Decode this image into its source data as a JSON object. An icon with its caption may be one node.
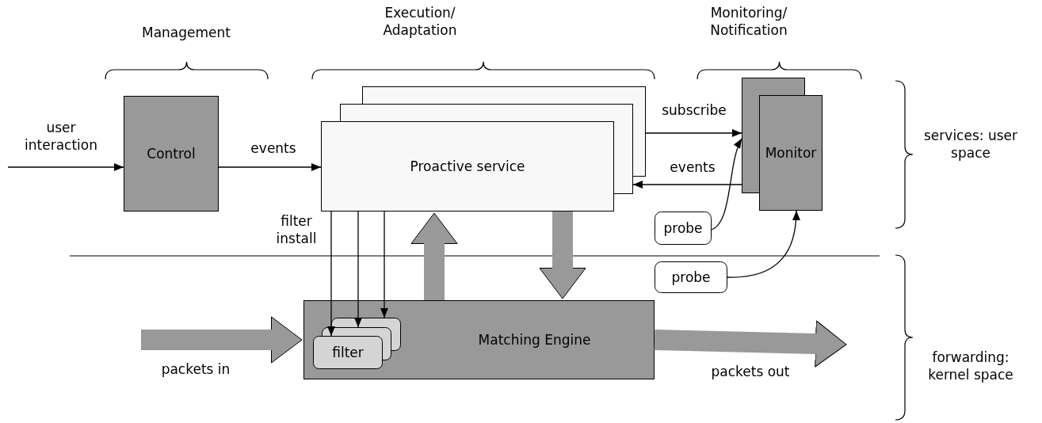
{
  "diagram": {
    "nodes": [
      {
        "text": [
          "Control"
        ]
      },
      {
        "text": [
          "Proactive service"
        ]
      },
      {
        "text": [
          "Monitor"
        ]
      },
      {
        "text": [
          "probe"
        ]
      },
      {
        "text": [
          "probe"
        ]
      },
      {
        "text": [
          "Matching Engine"
        ]
      },
      {
        "text": [
          "filter"
        ],
        "in": 5
      }
    ],
    "edges": [
      {
        "from": null,
        "to": 0,
        "arrow": "to",
        "label": "user interaction"
      },
      {
        "from": 0,
        "to": 1,
        "arrow": "to",
        "label": "events"
      },
      {
        "from": 1,
        "to": 2,
        "arrow": "to",
        "label": "subscribe"
      },
      {
        "from": 2,
        "to": 1,
        "arrow": "to",
        "label": "events"
      },
      {
        "from": 3,
        "to": 2,
        "arrow": "to"
      },
      {
        "from": 4,
        "to": 2,
        "arrow": "to"
      },
      {
        "from": 1,
        "to": 6,
        "arrow": "to",
        "label": "filter install"
      },
      {
        "from": 1,
        "to": 6,
        "arrow": "to"
      },
      {
        "from": 1,
        "to": 6,
        "arrow": "to"
      },
      {
        "from": 5,
        "to": 1,
        "arrow": "to",
        "style": "thick",
        "color": "#999999"
      },
      {
        "from": 1,
        "to": 5,
        "arrow": "to",
        "style": "thick",
        "color": "#999999"
      },
      {
        "from": null,
        "to": 5,
        "arrow": "to",
        "style": "thick",
        "color": "#999999",
        "label": "packets in"
      },
      {
        "from": 5,
        "to": null,
        "arrow": "to",
        "style": "thick",
        "color": "#999999",
        "label": "packets out"
      }
    ],
    "labels": [
      "Management",
      "Execution/ Adaptation",
      "Monitoring/ Notification",
      "services: user space",
      "forwarding: kernel space"
    ]
  }
}
